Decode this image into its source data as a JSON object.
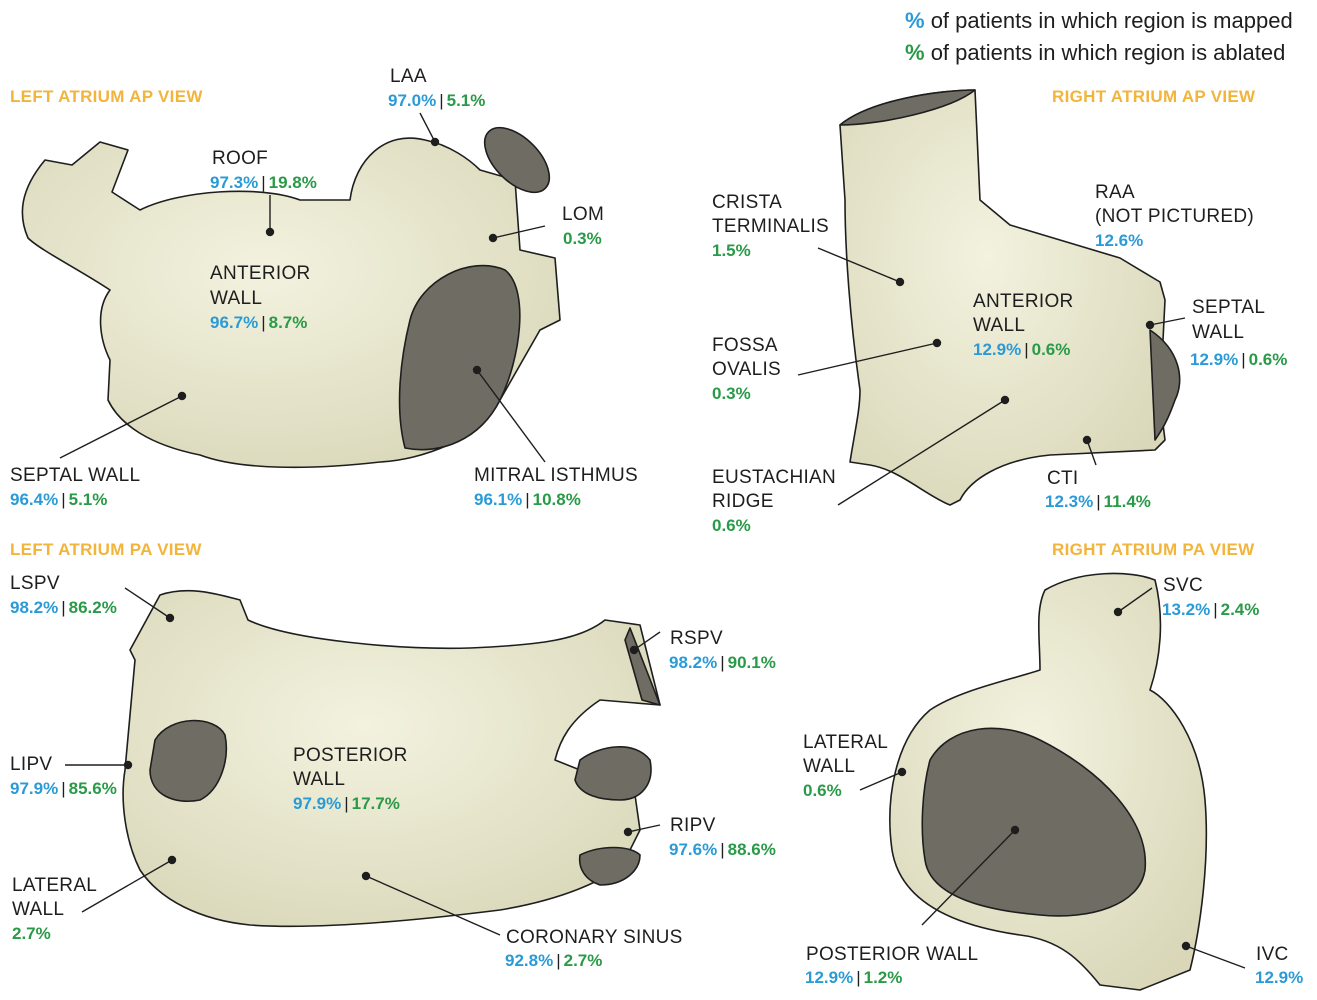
{
  "legend": {
    "mapped_symbol": "%",
    "mapped_text": "of patients in which region is mapped",
    "ablated_symbol": "%",
    "ablated_text": "of patients in which region is ablated",
    "mapped_color": "#2a9bd6",
    "ablated_color": "#2a9a48"
  },
  "views": {
    "la_ap": "LEFT ATRIUM AP VIEW",
    "ra_ap": "RIGHT ATRIUM AP VIEW",
    "la_pa": "LEFT ATRIUM PA VIEW",
    "ra_pa": "RIGHT ATRIUM PA VIEW"
  },
  "regions": {
    "laa": {
      "name": "LAA",
      "mapped": "97.0%",
      "ablated": "5.1%"
    },
    "roof": {
      "name": "ROOF",
      "mapped": "97.3%",
      "ablated": "19.8%"
    },
    "lom": {
      "name": "LOM",
      "ablated": "0.3%"
    },
    "la_anterior_wall": {
      "line1": "ANTERIOR",
      "line2": "WALL",
      "mapped": "96.7%",
      "ablated": "8.7%"
    },
    "la_septal_wall": {
      "name": "SEPTAL WALL",
      "mapped": "96.4%",
      "ablated": "5.1%"
    },
    "mitral_isthmus": {
      "name": "MITRAL ISTHMUS",
      "mapped": "96.1%",
      "ablated": "10.8%"
    },
    "crista_terminalis": {
      "line1": "CRISTA",
      "line2": "TERMINALIS",
      "ablated": "1.5%"
    },
    "raa": {
      "line1": "RAA",
      "line2": "(NOT PICTURED)",
      "mapped": "12.6%"
    },
    "ra_anterior_wall": {
      "line1": "ANTERIOR",
      "line2": "WALL",
      "mapped": "12.9%",
      "ablated": "0.6%"
    },
    "ra_septal_wall": {
      "line1": "SEPTAL",
      "line2": "WALL",
      "mapped": "12.9%",
      "ablated": "0.6%"
    },
    "fossa_ovalis": {
      "line1": "FOSSA",
      "line2": "OVALIS",
      "ablated": "0.3%"
    },
    "eustachian_ridge": {
      "line1": "EUSTACHIAN",
      "line2": "RIDGE",
      "ablated": "0.6%"
    },
    "cti": {
      "name": "CTI",
      "mapped": "12.3%",
      "ablated": "11.4%"
    },
    "lspv": {
      "name": "LSPV",
      "mapped": "98.2%",
      "ablated": "86.2%"
    },
    "rspv": {
      "name": "RSPV",
      "mapped": "98.2%",
      "ablated": "90.1%"
    },
    "lipv": {
      "name": "LIPV",
      "mapped": "97.9%",
      "ablated": "85.6%"
    },
    "la_posterior_wall": {
      "line1": "POSTERIOR",
      "line2": "WALL",
      "mapped": "97.9%",
      "ablated": "17.7%"
    },
    "ripv": {
      "name": "RIPV",
      "mapped": "97.6%",
      "ablated": "88.6%"
    },
    "la_lateral_wall": {
      "line1": "LATERAL",
      "line2": "WALL",
      "ablated": "2.7%"
    },
    "coronary_sinus": {
      "name": "CORONARY SINUS",
      "mapped": "92.8%",
      "ablated": "2.7%"
    },
    "svc": {
      "name": "SVC",
      "mapped": "13.2%",
      "ablated": "2.4%"
    },
    "ra_lateral_wall": {
      "line1": "LATERAL",
      "line2": "WALL",
      "ablated": "0.6%"
    },
    "ra_posterior_wall": {
      "name": "POSTERIOR WALL",
      "mapped": "12.9%",
      "ablated": "1.2%"
    },
    "ivc": {
      "name": "IVC",
      "mapped": "12.9%"
    }
  },
  "colors": {
    "tissue": "#ecebd0",
    "opening": "#6f6c63",
    "outline": "#1e1e1e",
    "title": "#f2b43a"
  }
}
